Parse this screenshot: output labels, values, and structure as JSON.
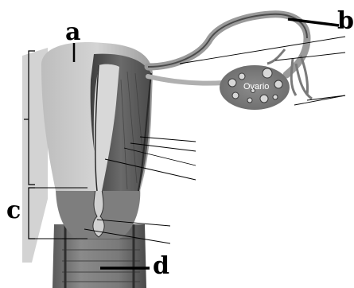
{
  "diagram": {
    "labels": {
      "a": "a",
      "b": "b",
      "c": "c",
      "d": "d"
    },
    "ovary_text": "Ovario"
  },
  "colors": {
    "tissue_light": "#c9c9c9",
    "tissue_mid": "#9a9a9a",
    "tissue_dark": "#4a4a4a",
    "line": "#000000"
  }
}
